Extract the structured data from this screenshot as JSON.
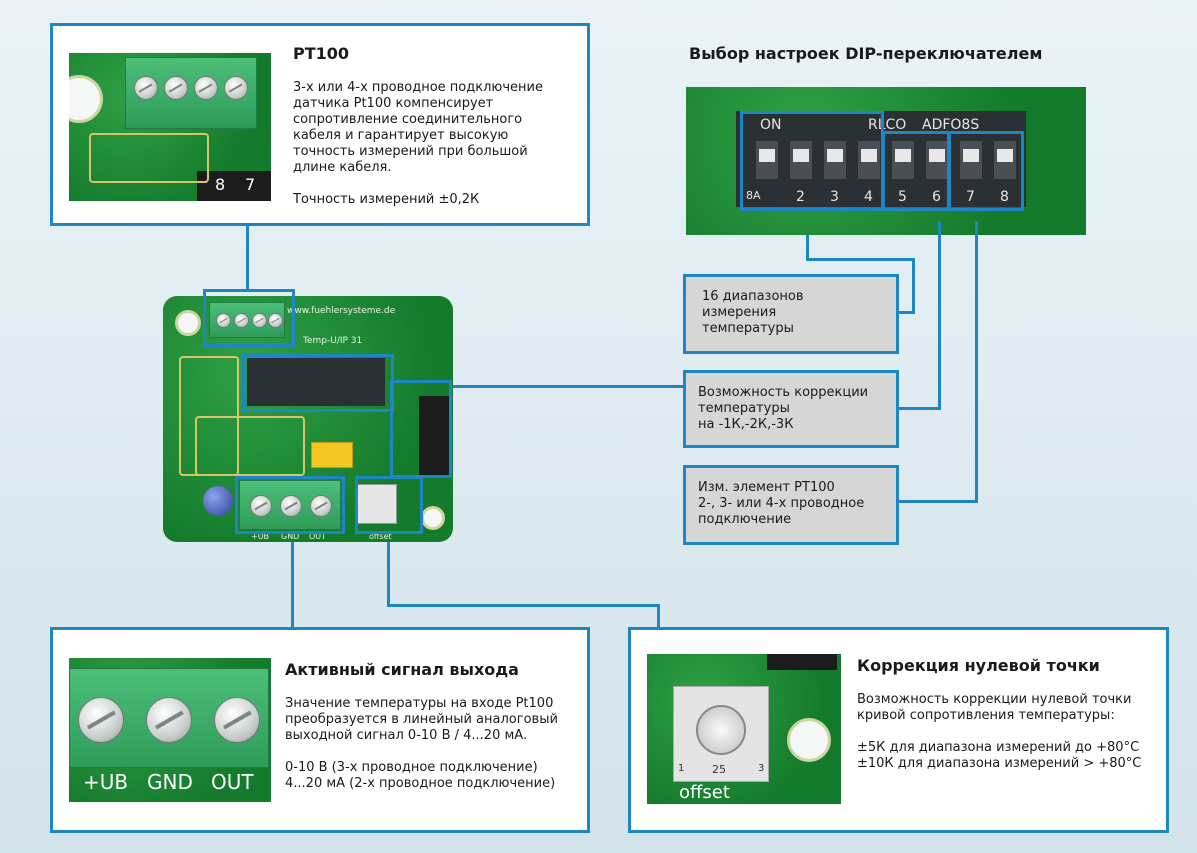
{
  "dip_section": {
    "title": "Выбор настроек DIP-переключателем",
    "labels_top": [
      "ON",
      "RLCO",
      "ADFO8S"
    ],
    "labels_bottom": [
      "8A",
      "2",
      "3",
      "4",
      "5",
      "6",
      "7",
      "8"
    ]
  },
  "pt100": {
    "title": "PT100",
    "text": "3-х или 4-х проводное подключение\nдатчика Pt100 компенсирует\nсопротивление соединительного\nкабеля и гарантирует высокую\nточность измерений при большой\nдлине кабеля.\n\nТочность измерений ±0,2К",
    "photo_labels": [
      "8",
      "7"
    ]
  },
  "ranges_box": {
    "text": "16 диапазонов\nизмерения\nтемпературы"
  },
  "correction_box": {
    "text": "Возможность коррекции\nтемпературы\nна -1К,-2К,-3К"
  },
  "element_box": {
    "text": "Изм. элемент PT100\n2-, 3- или 4-х проводное\nподключение"
  },
  "board": {
    "url_silk": "www.fuehlersysteme.de",
    "model_silk": "Temp-U/IP 31",
    "out_silk": [
      "+UB",
      "GND",
      "OUT"
    ],
    "offset_silk": "offset"
  },
  "output": {
    "title": "Активный сигнал выхода",
    "text": "Значение температуры на входе Pt100\nпреобразуется в линейный аналоговый\nвыходной сигнал 0-10 В / 4...20 мА.\n\n0-10 В (3-х проводное подключение)\n4...20 мА (2-х проводное подключение)",
    "photo_labels": [
      "+UB",
      "GND",
      "OUT"
    ]
  },
  "zero": {
    "title": "Коррекция нулевой точки",
    "text": "Возможность коррекции нулевой точки\nкривой сопротивления температуры:\n\n±5К для диапазона измерений до +80°С\n±10К для диапазона измерений > +80°С",
    "photo_labels": [
      "offset",
      "25",
      "1",
      "3"
    ]
  },
  "colors": {
    "accent": "#1e86c2",
    "pcb": "#1f8a3a",
    "terminal": "#3fae6a",
    "box_gray": "#d6d6d6"
  }
}
